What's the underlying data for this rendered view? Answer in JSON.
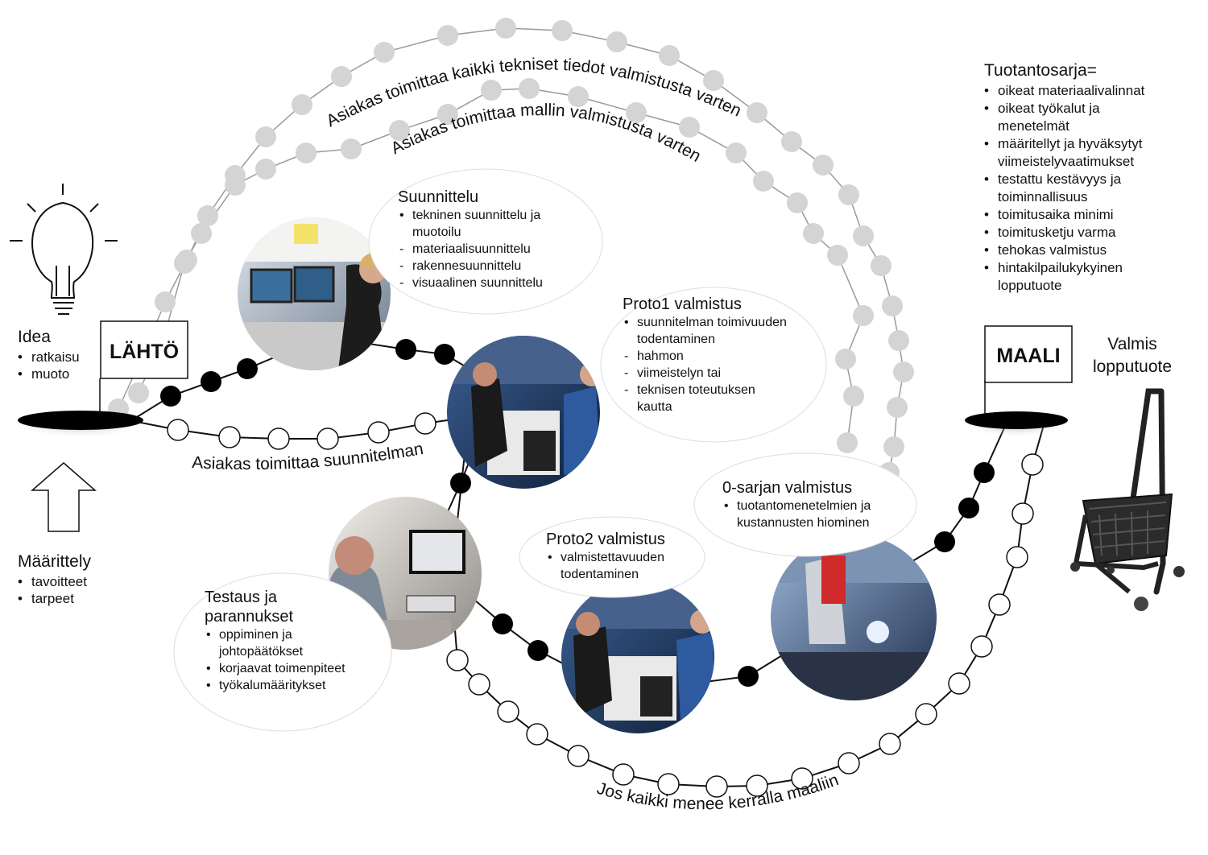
{
  "arc_labels": {
    "outer": "Asiakas toimittaa kaikki tekniset tiedot valmistusta varten",
    "middle": "Asiakas toimittaa mallin valmistusta varten",
    "customer_plan": "Asiakas toimittaa suunnitelman",
    "bottom": "Jos kaikki menee kerralla maaliin"
  },
  "start_flag": "LÄHTÖ",
  "finish_flag": "MAALI",
  "idea": {
    "title": "Idea",
    "items": [
      "ratkaisu",
      "muoto"
    ]
  },
  "definition": {
    "title": "Määrittely",
    "items": [
      "tavoitteet",
      "tarpeet"
    ]
  },
  "finished": {
    "line1": "Valmis",
    "line2": "lopputuote"
  },
  "production_series": {
    "title": "Tuotantosarja=",
    "items": [
      "oikeat materiaalivalinnat",
      "oikeat työkalut ja menetelmät",
      "määritellyt ja hyväksytyt viimeistelyvaatimukset",
      "testattu kestävyys ja toiminnallisuus",
      "toimitusaika minimi",
      "toimitusketju varma",
      "tehokas valmistus",
      "hintakilpailukykyinen lopputuote"
    ]
  },
  "stages": {
    "design": {
      "title": "Suunnittelu",
      "items": [
        {
          "mark": "bullet",
          "text": "tekninen suunnittelu ja muotoilu"
        },
        {
          "mark": "dash",
          "text": "materiaalisuunnittelu"
        },
        {
          "mark": "dash",
          "text": "rakennesuunnittelu"
        },
        {
          "mark": "dash",
          "text": "visuaalinen suunnittelu"
        }
      ]
    },
    "proto1": {
      "title": "Proto1 valmistus",
      "items": [
        {
          "mark": "bullet",
          "text": "suunnitelman toimivuuden todentaminen"
        },
        {
          "mark": "dash",
          "text": "hahmon"
        },
        {
          "mark": "dash",
          "text": "viimeistelyn tai"
        },
        {
          "mark": "dash",
          "text": "teknisen toteutuksen kautta"
        }
      ]
    },
    "testing": {
      "title": "Testaus ja parannukset",
      "items": [
        {
          "mark": "bullet",
          "text": "oppiminen ja johtopäätökset"
        },
        {
          "mark": "bullet",
          "text": "korjaavat toimenpiteet"
        },
        {
          "mark": "bullet",
          "text": "työkalumääritykset"
        }
      ]
    },
    "proto2": {
      "title": "Proto2 valmistus",
      "items": [
        {
          "mark": "bullet",
          "text": "valmistettavuuden todentaminen"
        }
      ]
    },
    "zero_series": {
      "title": "0-sarjan valmistus",
      "items": [
        {
          "mark": "bullet",
          "text": "tuotantomenetelmien ja kustannusten hiominen"
        }
      ]
    }
  },
  "colors": {
    "grey_dot": "#d4d4d4",
    "black_dot": "#000000",
    "line": "#9a9a9a",
    "dark_line": "#111111"
  },
  "icons": [
    "lightbulb-icon",
    "up-arrow-icon",
    "shopping-cart-icon",
    "start-flag-icon",
    "finish-flag-icon"
  ]
}
